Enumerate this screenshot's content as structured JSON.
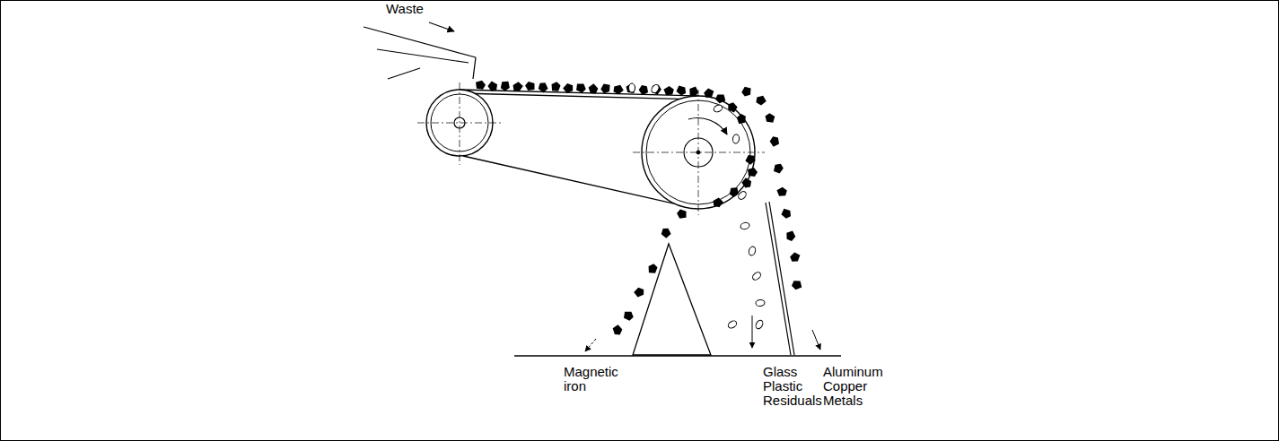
{
  "diagram": {
    "labels": [
      "Waste",
      "Magnetic iron",
      "Glass Plastic Residuals",
      "Aluminum Copper Metals"
    ]
  }
}
